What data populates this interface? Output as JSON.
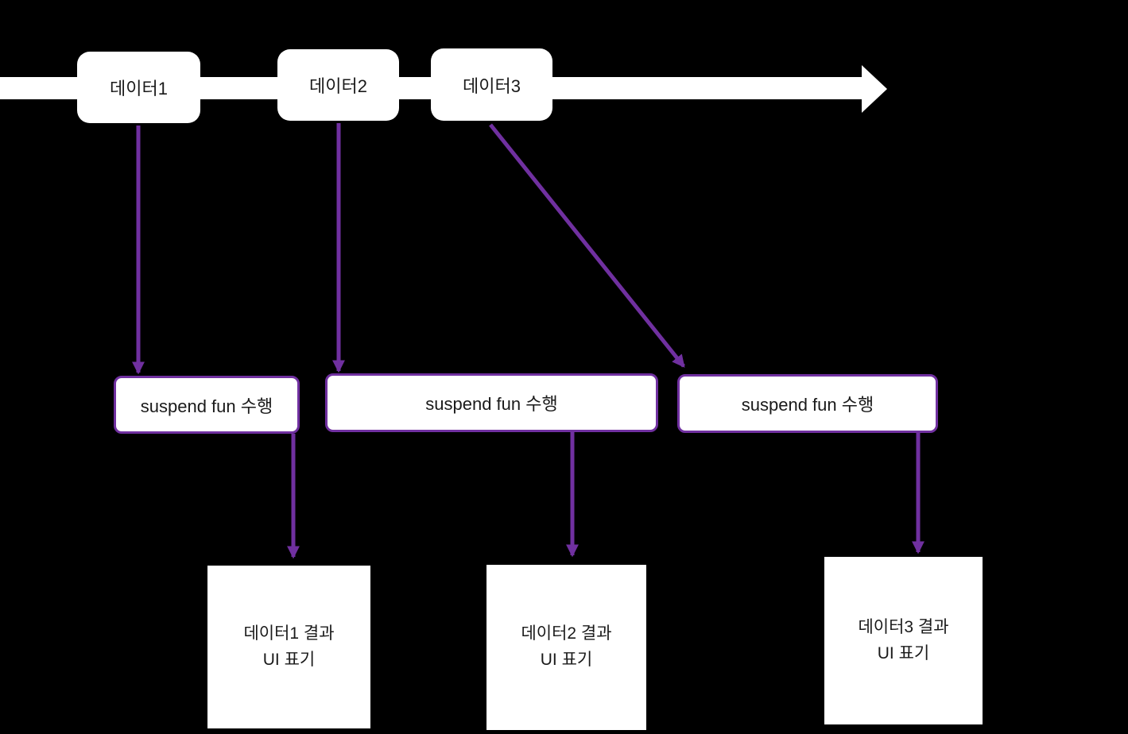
{
  "diagram": {
    "colors": {
      "background": "#000000",
      "accent_purple": "#7030A0",
      "node_fill": "#FFFFFF",
      "text": "#1A1A1A",
      "timeline": "#FFFFFF"
    },
    "data_nodes": [
      {
        "label": "데이터1"
      },
      {
        "label": "데이터2"
      },
      {
        "label": "데이터3"
      }
    ],
    "suspend_nodes": [
      {
        "label": "suspend fun 수행"
      },
      {
        "label": "suspend fun 수행"
      },
      {
        "label": "suspend fun 수행"
      }
    ],
    "result_nodes": [
      {
        "line1": "데이터1 결과",
        "line2": "UI 표기"
      },
      {
        "line1": "데이터2 결과",
        "line2": "UI 표기"
      },
      {
        "line1": "데이터3 결과",
        "line2": "UI 표기"
      }
    ]
  }
}
